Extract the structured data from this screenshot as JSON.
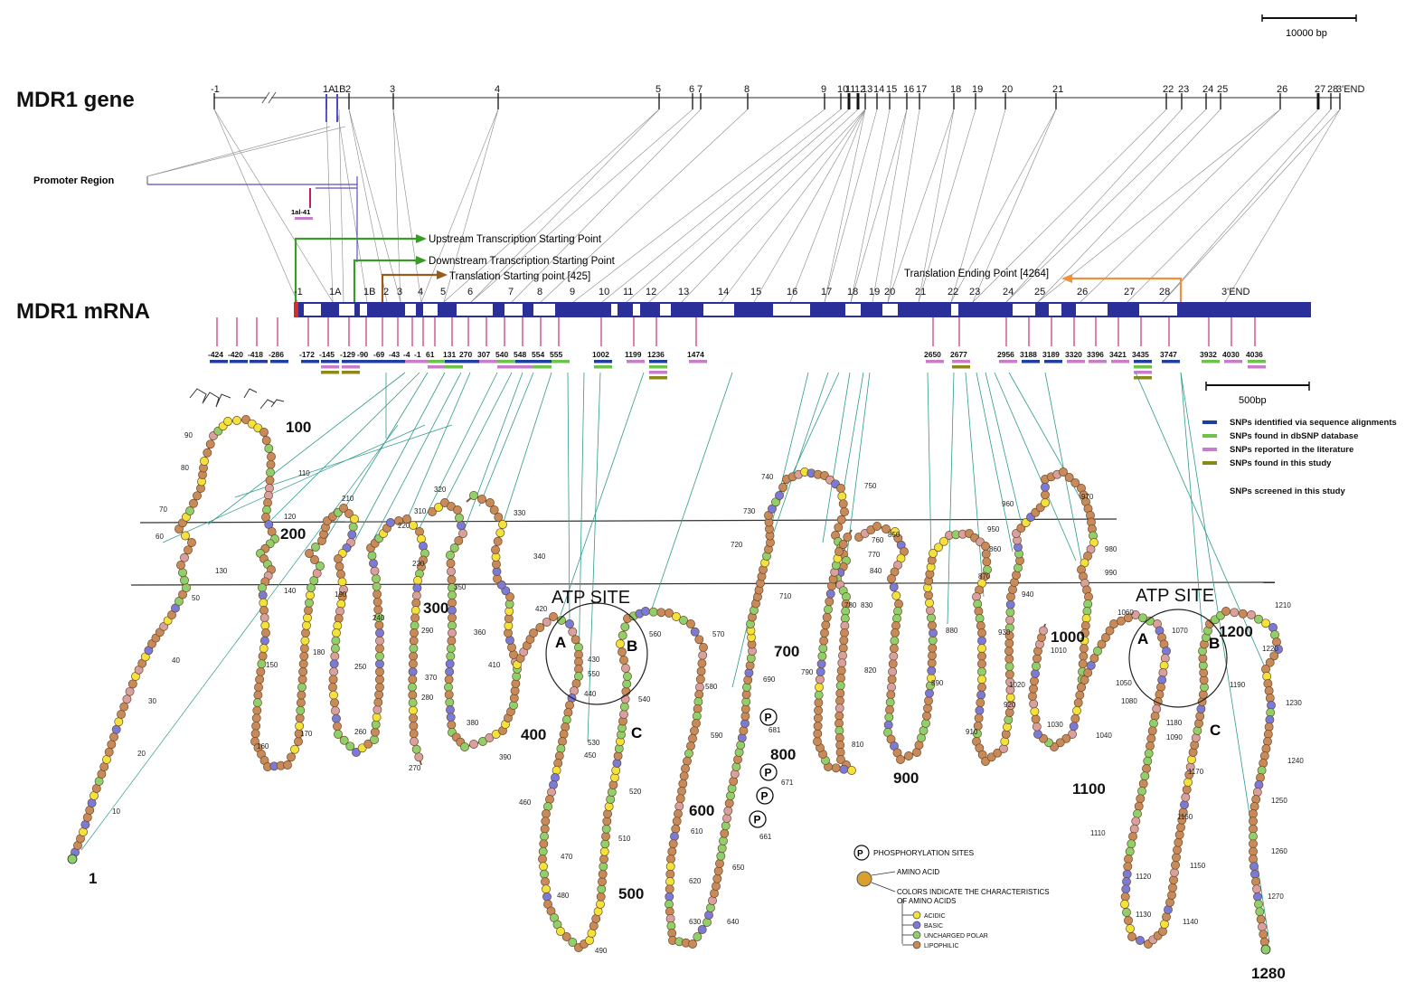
{
  "titles": {
    "gene": "MDR1 gene",
    "mrna": "MDR1 mRNA",
    "promoter": "Promoter Region",
    "promoter_snp": "1al-41"
  },
  "scale_bars": {
    "gene": "10000 bp",
    "mrna": "500bp"
  },
  "annotations": {
    "upstream": "Upstream Transcription Starting Point",
    "downstream": "Downstream Transcription Starting Point",
    "translation_start": "Translation Starting point [425]",
    "translation_end": "Translation Ending Point [4264]",
    "atp_site": "ATP SITE",
    "site_a": "A",
    "site_b": "B",
    "site_c": "C",
    "phospho_symbol": "P"
  },
  "gene_exons": [
    "-1",
    "1A",
    "1B",
    "2",
    "3",
    "4",
    "5",
    "6",
    "7",
    "8",
    "9",
    "10",
    "11",
    "12",
    "13",
    "14",
    "15",
    "16",
    "17",
    "18",
    "19",
    "20",
    "21",
    "22",
    "23",
    "24",
    "25",
    "26",
    "27",
    "28",
    "3'END"
  ],
  "mrna_exons": [
    "-1",
    "1A",
    "1B",
    "2",
    "3",
    "4",
    "5",
    "6",
    "7",
    "8",
    "9",
    "10",
    "11",
    "12",
    "13",
    "14",
    "15",
    "16",
    "17",
    "18",
    "19",
    "20",
    "21",
    "22",
    "23",
    "24",
    "25",
    "26",
    "27",
    "28",
    "3'END"
  ],
  "snps": [
    {
      "pos": "-424",
      "colors": [
        "blue"
      ]
    },
    {
      "pos": "-420",
      "colors": [
        "blue"
      ]
    },
    {
      "pos": "-418",
      "colors": [
        "blue"
      ]
    },
    {
      "pos": "-286",
      "colors": [
        "blue"
      ]
    },
    {
      "pos": "-172",
      "colors": [
        "blue"
      ]
    },
    {
      "pos": "-145",
      "colors": [
        "blue",
        "pink",
        "olive"
      ]
    },
    {
      "pos": "-129",
      "colors": [
        "blue",
        "pink",
        "olive"
      ]
    },
    {
      "pos": "-90",
      "colors": [
        "blue"
      ]
    },
    {
      "pos": "-69",
      "colors": [
        "blue"
      ]
    },
    {
      "pos": "-43",
      "colors": [
        "blue"
      ]
    },
    {
      "pos": "-4",
      "colors": [
        "pink"
      ]
    },
    {
      "pos": "-1",
      "colors": [
        "pink"
      ]
    },
    {
      "pos": "61",
      "colors": [
        "green",
        "pink"
      ]
    },
    {
      "pos": "131",
      "colors": [
        "blue",
        "green"
      ]
    },
    {
      "pos": "270",
      "colors": [
        "blue"
      ]
    },
    {
      "pos": "307",
      "colors": [
        "pink"
      ]
    },
    {
      "pos": "540",
      "colors": [
        "green",
        "pink"
      ]
    },
    {
      "pos": "548",
      "colors": [
        "blue",
        "pink"
      ]
    },
    {
      "pos": "554",
      "colors": [
        "blue",
        "green"
      ]
    },
    {
      "pos": "555",
      "colors": [
        "green"
      ]
    },
    {
      "pos": "1002",
      "colors": [
        "blue",
        "green"
      ]
    },
    {
      "pos": "1199",
      "colors": [
        "pink"
      ]
    },
    {
      "pos": "1236",
      "colors": [
        "blue",
        "green",
        "pink",
        "olive"
      ]
    },
    {
      "pos": "1474",
      "colors": [
        "pink"
      ]
    },
    {
      "pos": "2650",
      "colors": [
        "pink"
      ]
    },
    {
      "pos": "2677",
      "colors": [
        "pink",
        "olive"
      ]
    },
    {
      "pos": "2956",
      "colors": [
        "pink"
      ]
    },
    {
      "pos": "3188",
      "colors": [
        "blue"
      ]
    },
    {
      "pos": "3189",
      "colors": [
        "blue"
      ]
    },
    {
      "pos": "3320",
      "colors": [
        "pink"
      ]
    },
    {
      "pos": "3396",
      "colors": [
        "pink"
      ]
    },
    {
      "pos": "3421",
      "colors": [
        "pink"
      ]
    },
    {
      "pos": "3435",
      "colors": [
        "blue",
        "green",
        "pink",
        "olive"
      ]
    },
    {
      "pos": "3747",
      "colors": [
        "blue"
      ]
    },
    {
      "pos": "3932",
      "colors": [
        "green"
      ]
    },
    {
      "pos": "4030",
      "colors": [
        "pink"
      ]
    },
    {
      "pos": "4036",
      "colors": [
        "green",
        "pink"
      ]
    }
  ],
  "legend": {
    "items": [
      {
        "label": "SNPs identified via sequence alignments",
        "color": "#1f3fa0"
      },
      {
        "label": "SNPs found in dbSNP database",
        "color": "#6cc24a"
      },
      {
        "label": "SNPs reported in the literature",
        "color": "#c77dc7"
      },
      {
        "label": "SNPs found in this study",
        "color": "#8a8a1a"
      }
    ],
    "footer": "SNPs screened in this study"
  },
  "residue_numbers_major": [
    "1",
    "100",
    "200",
    "300",
    "400",
    "500",
    "600",
    "700",
    "800",
    "900",
    "1000",
    "1100",
    "1200",
    "1280"
  ],
  "residue_numbers_minor": [
    "10",
    "20",
    "30",
    "40",
    "50",
    "60",
    "70",
    "80",
    "90",
    "110",
    "120",
    "130",
    "140",
    "150",
    "160",
    "170",
    "180",
    "190",
    "210",
    "220",
    "230",
    "240",
    "250",
    "260",
    "270",
    "280",
    "290",
    "310",
    "320",
    "330",
    "340",
    "350",
    "360",
    "370",
    "380",
    "390",
    "410",
    "420",
    "430",
    "440",
    "450",
    "460",
    "470",
    "480",
    "490",
    "510",
    "520",
    "530",
    "540",
    "550",
    "560",
    "570",
    "580",
    "590",
    "610",
    "620",
    "630",
    "640",
    "650",
    "661",
    "671",
    "681",
    "690",
    "710",
    "720",
    "730",
    "740",
    "750",
    "760",
    "770",
    "780",
    "790",
    "810",
    "820",
    "830",
    "840",
    "850",
    "860",
    "870",
    "880",
    "890",
    "910",
    "920",
    "930",
    "940",
    "950",
    "960",
    "970",
    "980",
    "990",
    "1010",
    "1020",
    "1030",
    "1040",
    "1050",
    "1060",
    "1070",
    "1080",
    "1090",
    "1110",
    "1120",
    "1130",
    "1140",
    "1150",
    "1160",
    "1170",
    "1180",
    "1190",
    "1210",
    "1220",
    "1230",
    "1240",
    "1250",
    "1260",
    "1270"
  ],
  "aa_legend": {
    "phospho": "PHOSPHORYLATION SITES",
    "amino_acid": "AMINO ACID",
    "colors_note_1": "COLORS INDICATE THE CHARACTERISTICS",
    "colors_note_2": "OF AMINO ACIDS",
    "classes": [
      {
        "label": "ACIDIC",
        "color": "#f2e23a"
      },
      {
        "label": "BASIC",
        "color": "#7a7ad8"
      },
      {
        "label": "UNCHARGED POLAR",
        "color": "#8fd06a"
      },
      {
        "label": "LIPOPHILIC",
        "color": "#c98a5a"
      }
    ]
  },
  "colors": {
    "mrna_bar": "#2a2f9a",
    "snp_blue": "#1f3fa0",
    "snp_green": "#6cc24a",
    "snp_pink": "#c77dc7",
    "snp_olive": "#8a8a1a",
    "connector_teal": "#2e9a8a",
    "connector_magenta": "#c0206a",
    "arrow_green": "#3a9a2a",
    "arrow_brown": "#9a5a1a",
    "arrow_orange": "#f0903a"
  }
}
